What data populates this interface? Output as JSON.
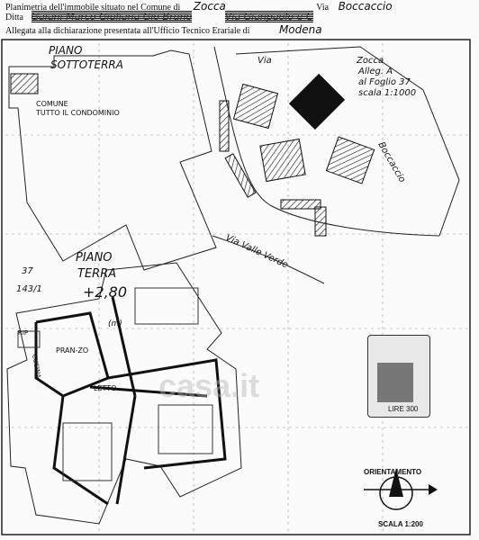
{
  "header": {
    "line1_left": "Planimetria dell'immobile situato nel Comune di",
    "line1_comune": "Zocca",
    "line1_via_label": "Via",
    "line1_via": "Boccaccio",
    "line2_label": "Ditta",
    "line2_ditta": "Gaiani Marco Giuliana Gio Bruno",
    "line2_right": "Via Gianpaolo e C",
    "line3_text": "Allegata alla dichiarazione presentata all'Ufficio Tecnico Erariale di",
    "line3_city": "Modena"
  },
  "drawing": {
    "piano_sotto_1": "PIANO",
    "piano_sotto_2": "SOTTOTERRA",
    "comune_1": "COMUNE",
    "comune_2": "TUTTO IL CONDOMINIO",
    "note_zocca": "Zocca",
    "note_alleg": "Alleg. A",
    "note_foglio": "al Foglio 37",
    "note_scala": "scala 1:1000",
    "via_top": "Via",
    "boccaccio": "Boccaccio",
    "via_valle": "Via Valle Verde",
    "piano_terra_1": "PIANO",
    "piano_terra_2": "TERRA",
    "quota": "+2,80",
    "mapp_1": "37",
    "mapp_2": "143/1",
    "room_pranzo": "PRAN-ZO",
    "room_letto": "LETTO",
    "room_rip": "RIP",
    "room_cucina": "CUCINA",
    "room_m": "(m)"
  },
  "stamp": {
    "value": "LIRE 300"
  },
  "watermark": "casa.it",
  "orientamento": "ORIENTAMENTO",
  "scala_bottom": "SCALA 1:200"
}
